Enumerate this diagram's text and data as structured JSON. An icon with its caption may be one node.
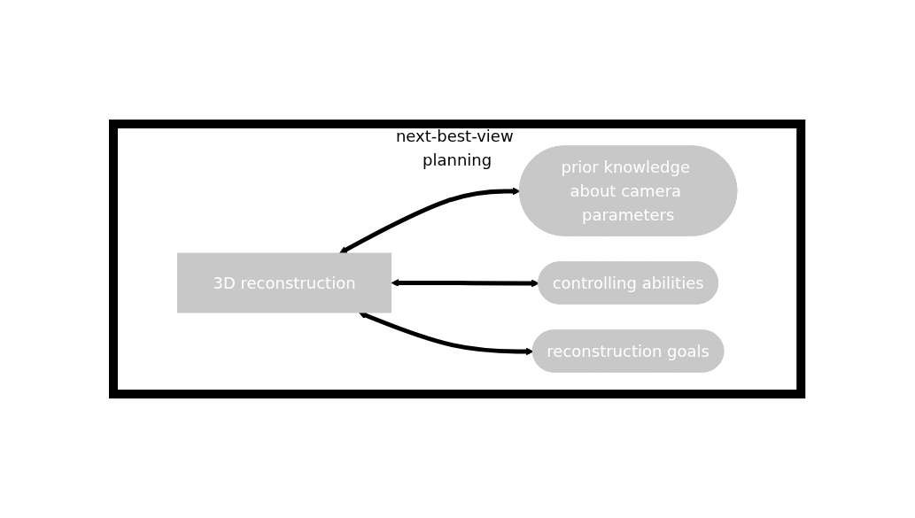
{
  "diagram": {
    "nodes": [
      {
        "text": [
          "next-best-view planning"
        ]
      },
      {
        "text": [
          "3D reconstruction"
        ],
        "in": 0
      },
      {
        "text": [
          "prior knowledge about camera parameters"
        ],
        "in": 0
      },
      {
        "text": [
          "controlling abilities"
        ],
        "in": 0
      },
      {
        "text": [
          "reconstruction goals"
        ],
        "in": 0
      }
    ],
    "edges": [
      {
        "from": 1,
        "to": 2,
        "arrow": "both"
      },
      {
        "from": 1,
        "to": 3,
        "arrow": "both"
      },
      {
        "from": 1,
        "to": 4,
        "arrow": "both"
      }
    ]
  }
}
